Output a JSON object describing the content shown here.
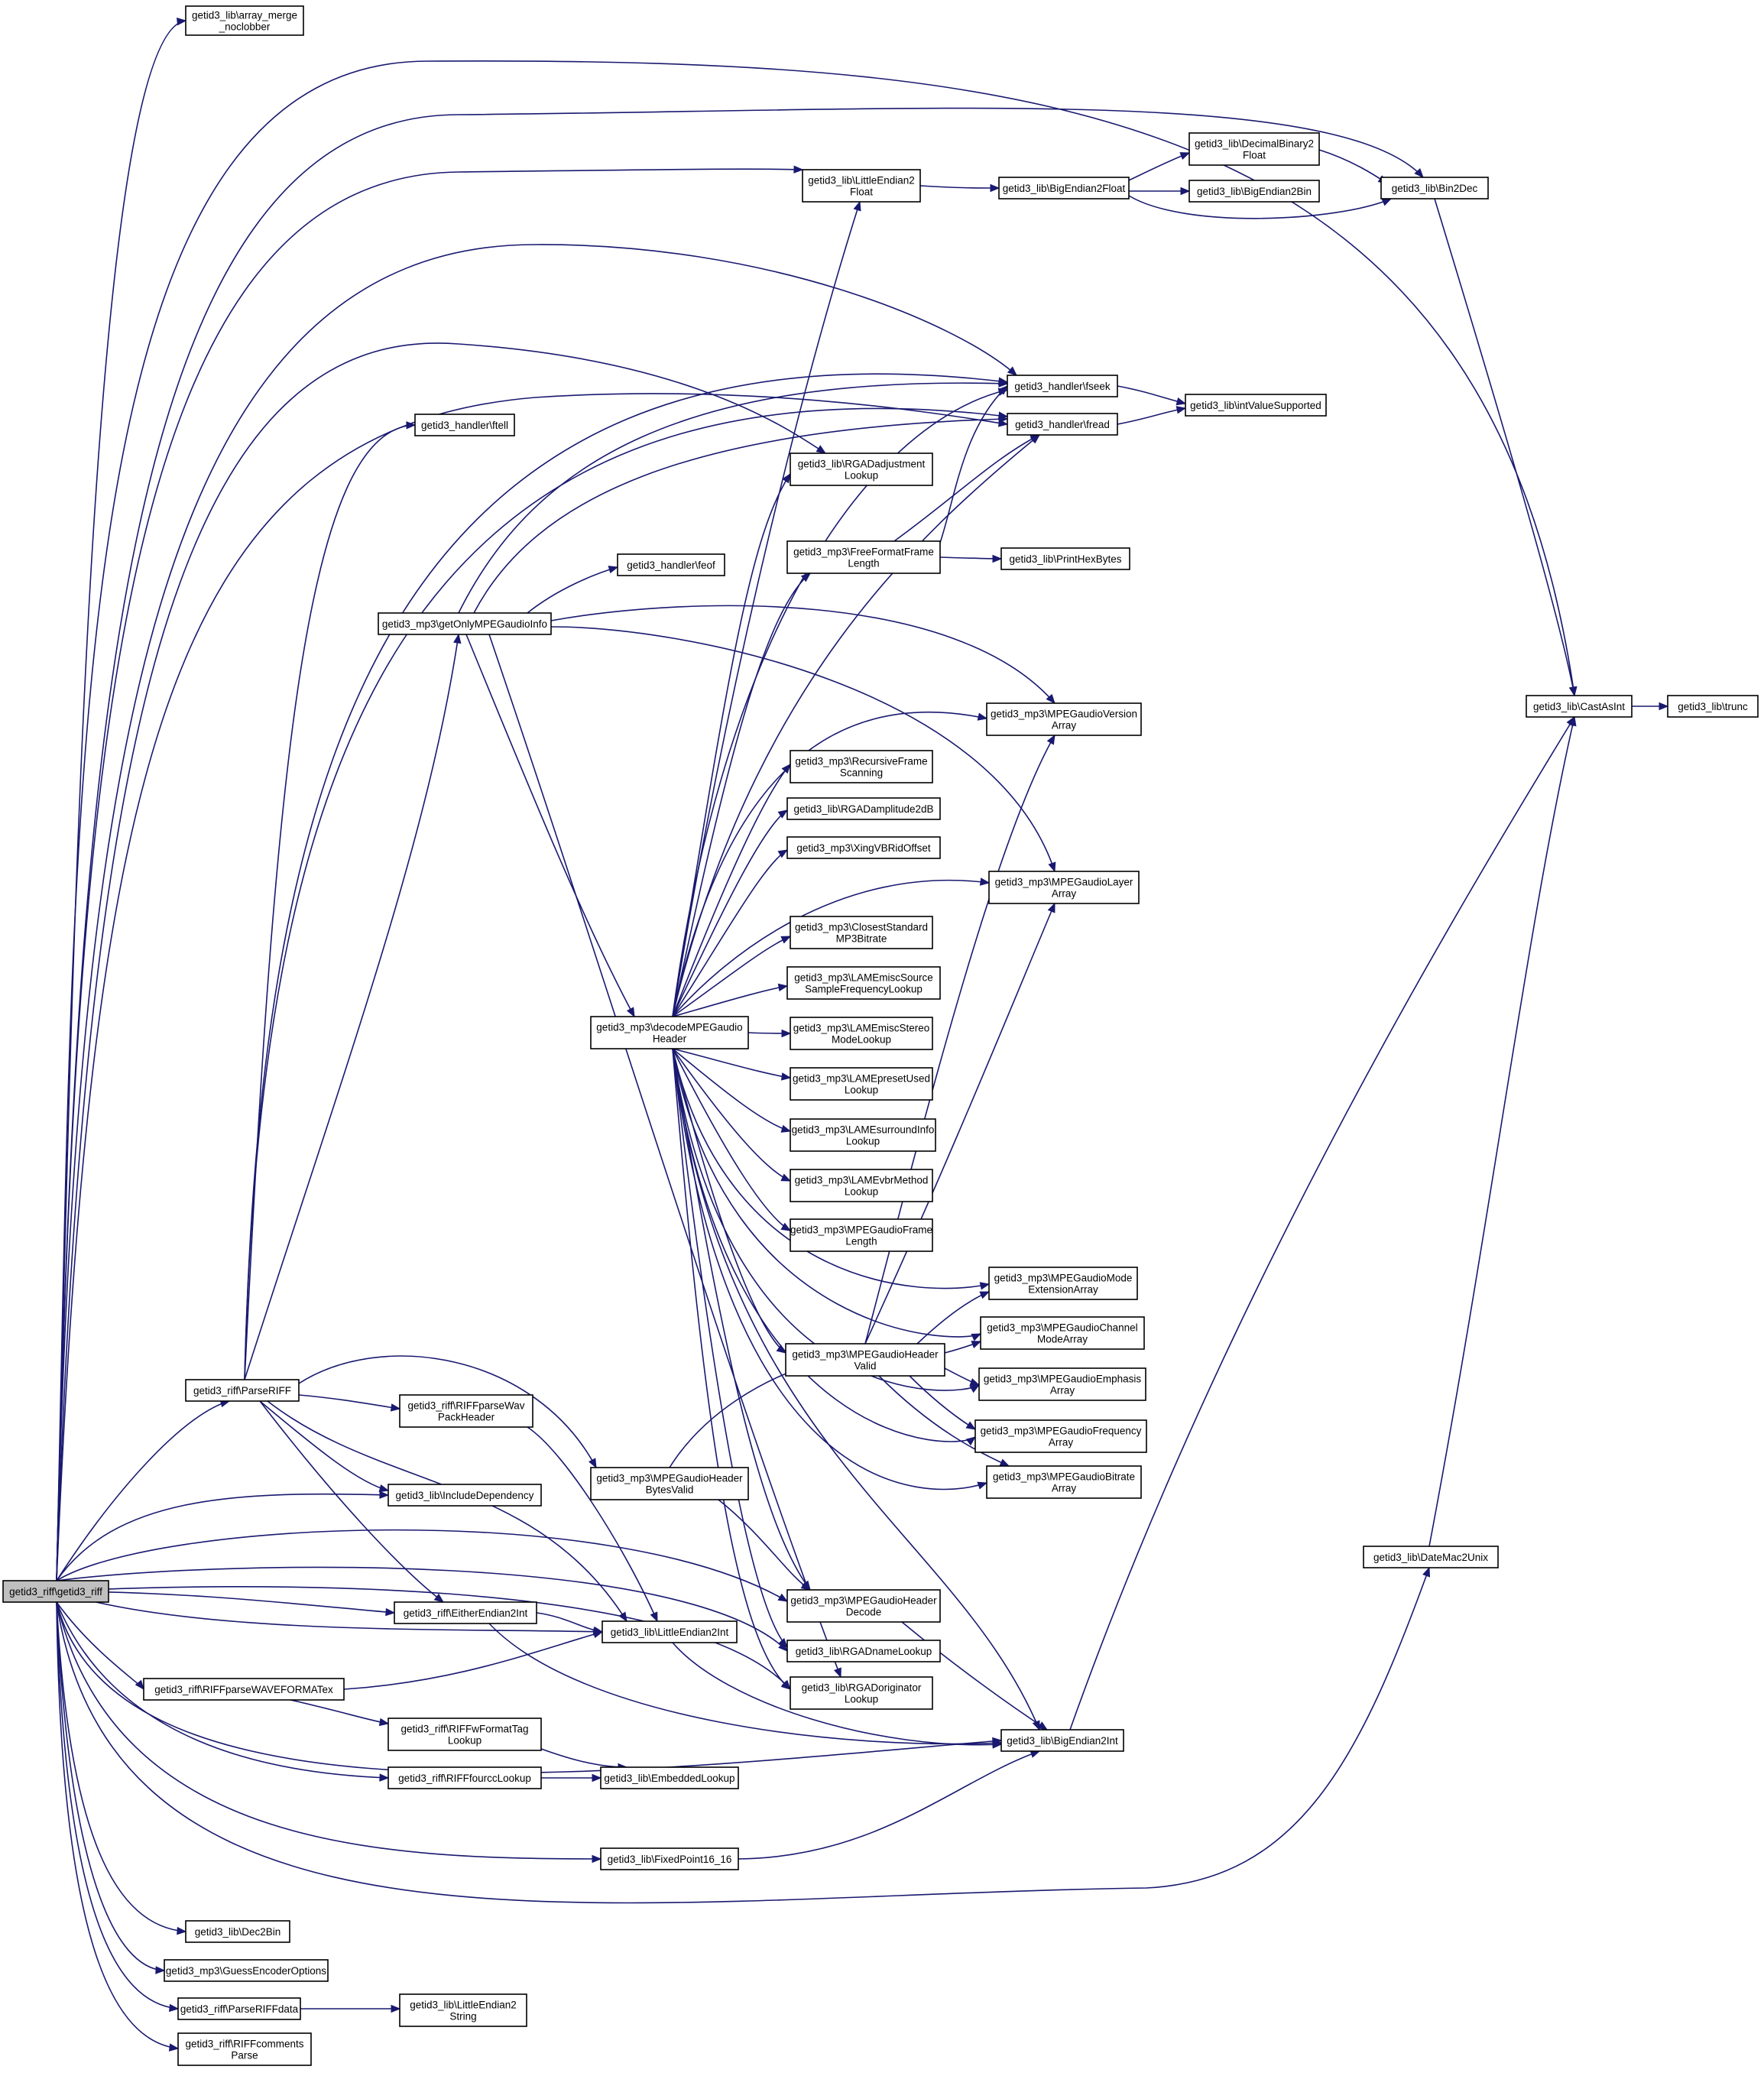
{
  "graph": {
    "colors": {
      "edge": "#191970",
      "node_border": "#000000",
      "node_fill": "#ffffff",
      "root_fill": "#bfbfbf",
      "background": "#ffffff"
    },
    "nodes": [
      {
        "id": "root",
        "lines": [
          "getid3_riff\\getid3_riff"
        ],
        "root": true
      },
      {
        "id": "array_merge",
        "lines": [
          "getid3_lib\\array_merge",
          "_noclobber"
        ]
      },
      {
        "id": "castasint",
        "lines": [
          "getid3_lib\\CastAsInt"
        ]
      },
      {
        "id": "trunc",
        "lines": [
          "getid3_lib\\trunc"
        ]
      },
      {
        "id": "bin2dec",
        "lines": [
          "getid3_lib\\Bin2Dec"
        ]
      },
      {
        "id": "le2float",
        "lines": [
          "getid3_lib\\LittleEndian2",
          "Float"
        ]
      },
      {
        "id": "be2float",
        "lines": [
          "getid3_lib\\BigEndian2Float"
        ]
      },
      {
        "id": "decbin2float",
        "lines": [
          "getid3_lib\\DecimalBinary2",
          "Float"
        ]
      },
      {
        "id": "be2bin",
        "lines": [
          "getid3_lib\\BigEndian2Bin"
        ]
      },
      {
        "id": "fseek",
        "lines": [
          "getid3_handler\\fseek"
        ]
      },
      {
        "id": "fread",
        "lines": [
          "getid3_handler\\fread"
        ]
      },
      {
        "id": "intvalsupp",
        "lines": [
          "getid3_lib\\intValueSupported"
        ]
      },
      {
        "id": "ftell",
        "lines": [
          "getid3_handler\\ftell"
        ]
      },
      {
        "id": "rgadadj",
        "lines": [
          "getid3_lib\\RGADadjustment",
          "Lookup"
        ]
      },
      {
        "id": "freeformat",
        "lines": [
          "getid3_mp3\\FreeFormatFrame",
          "Length"
        ]
      },
      {
        "id": "printhex",
        "lines": [
          "getid3_lib\\PrintHexBytes"
        ]
      },
      {
        "id": "feof",
        "lines": [
          "getid3_handler\\feof"
        ]
      },
      {
        "id": "getonly",
        "lines": [
          "getid3_mp3\\getOnlyMPEGaudioInfo"
        ]
      },
      {
        "id": "versionarr",
        "lines": [
          "getid3_mp3\\MPEGaudioVersion",
          "Array"
        ]
      },
      {
        "id": "recursive",
        "lines": [
          "getid3_mp3\\RecursiveFrame",
          "Scanning"
        ]
      },
      {
        "id": "rgadamp",
        "lines": [
          "getid3_lib\\RGADamplitude2dB"
        ]
      },
      {
        "id": "xing",
        "lines": [
          "getid3_mp3\\XingVBRidOffset"
        ]
      },
      {
        "id": "layerarr",
        "lines": [
          "getid3_mp3\\MPEGaudioLayer",
          "Array"
        ]
      },
      {
        "id": "closest",
        "lines": [
          "getid3_mp3\\ClosestStandard",
          "MP3Bitrate"
        ]
      },
      {
        "id": "lamesrc",
        "lines": [
          "getid3_mp3\\LAMEmiscSource",
          "SampleFrequencyLookup"
        ]
      },
      {
        "id": "decodeheader",
        "lines": [
          "getid3_mp3\\decodeMPEGaudio",
          "Header"
        ]
      },
      {
        "id": "lamestereo",
        "lines": [
          "getid3_mp3\\LAMEmiscStereo",
          "ModeLookup"
        ]
      },
      {
        "id": "lamepreset",
        "lines": [
          "getid3_mp3\\LAMEpresetUsed",
          "Lookup"
        ]
      },
      {
        "id": "lamesurround",
        "lines": [
          "getid3_mp3\\LAMEsurroundInfo",
          "Lookup"
        ]
      },
      {
        "id": "lamevbr",
        "lines": [
          "getid3_mp3\\LAMEvbrMethod",
          "Lookup"
        ]
      },
      {
        "id": "framelen",
        "lines": [
          "getid3_mp3\\MPEGaudioFrame",
          "Length"
        ]
      },
      {
        "id": "modeext",
        "lines": [
          "getid3_mp3\\MPEGaudioMode",
          "ExtensionArray"
        ]
      },
      {
        "id": "channelmode",
        "lines": [
          "getid3_mp3\\MPEGaudioChannel",
          "ModeArray"
        ]
      },
      {
        "id": "headervalid",
        "lines": [
          "getid3_mp3\\MPEGaudioHeader",
          "Valid"
        ]
      },
      {
        "id": "emphasis",
        "lines": [
          "getid3_mp3\\MPEGaudioEmphasis",
          "Array"
        ]
      },
      {
        "id": "parseriff",
        "lines": [
          "getid3_riff\\ParseRIFF"
        ]
      },
      {
        "id": "wavpack",
        "lines": [
          "getid3_riff\\RIFFparseWav",
          "PackHeader"
        ]
      },
      {
        "id": "frequency",
        "lines": [
          "getid3_mp3\\MPEGaudioFrequency",
          "Array"
        ]
      },
      {
        "id": "bytesvalid",
        "lines": [
          "getid3_mp3\\MPEGaudioHeader",
          "BytesValid"
        ]
      },
      {
        "id": "bitrate",
        "lines": [
          "getid3_mp3\\MPEGaudioBitrate",
          "Array"
        ]
      },
      {
        "id": "includedep",
        "lines": [
          "getid3_lib\\IncludeDependency"
        ]
      },
      {
        "id": "datemac",
        "lines": [
          "getid3_lib\\DateMac2Unix"
        ]
      },
      {
        "id": "headerdecode",
        "lines": [
          "getid3_mp3\\MPEGaudioHeader",
          "Decode"
        ]
      },
      {
        "id": "eitherendian",
        "lines": [
          "getid3_riff\\EitherEndian2Int"
        ]
      },
      {
        "id": "le2int",
        "lines": [
          "getid3_lib\\LittleEndian2Int"
        ]
      },
      {
        "id": "rgadname",
        "lines": [
          "getid3_lib\\RGADnameLookup"
        ]
      },
      {
        "id": "waveformatex",
        "lines": [
          "getid3_riff\\RIFFparseWAVEFORMATex"
        ]
      },
      {
        "id": "rgadorig",
        "lines": [
          "getid3_lib\\RGADoriginator",
          "Lookup"
        ]
      },
      {
        "id": "wformattag",
        "lines": [
          "getid3_riff\\RIFFwFormatTag",
          "Lookup"
        ]
      },
      {
        "id": "be2int",
        "lines": [
          "getid3_lib\\BigEndian2Int"
        ]
      },
      {
        "id": "fourcc",
        "lines": [
          "getid3_riff\\RIFFfourccLookup"
        ]
      },
      {
        "id": "embedded",
        "lines": [
          "getid3_lib\\EmbeddedLookup"
        ]
      },
      {
        "id": "fixedpoint",
        "lines": [
          "getid3_lib\\FixedPoint16_16"
        ]
      },
      {
        "id": "dec2bin",
        "lines": [
          "getid3_lib\\Dec2Bin"
        ]
      },
      {
        "id": "guessenc",
        "lines": [
          "getid3_mp3\\GuessEncoderOptions"
        ]
      },
      {
        "id": "parseriffdata",
        "lines": [
          "getid3_riff\\ParseRIFFdata"
        ]
      },
      {
        "id": "le2string",
        "lines": [
          "getid3_lib\\LittleEndian2",
          "String"
        ]
      },
      {
        "id": "riffcomments",
        "lines": [
          "getid3_riff\\RIFFcomments",
          "Parse"
        ]
      }
    ]
  }
}
